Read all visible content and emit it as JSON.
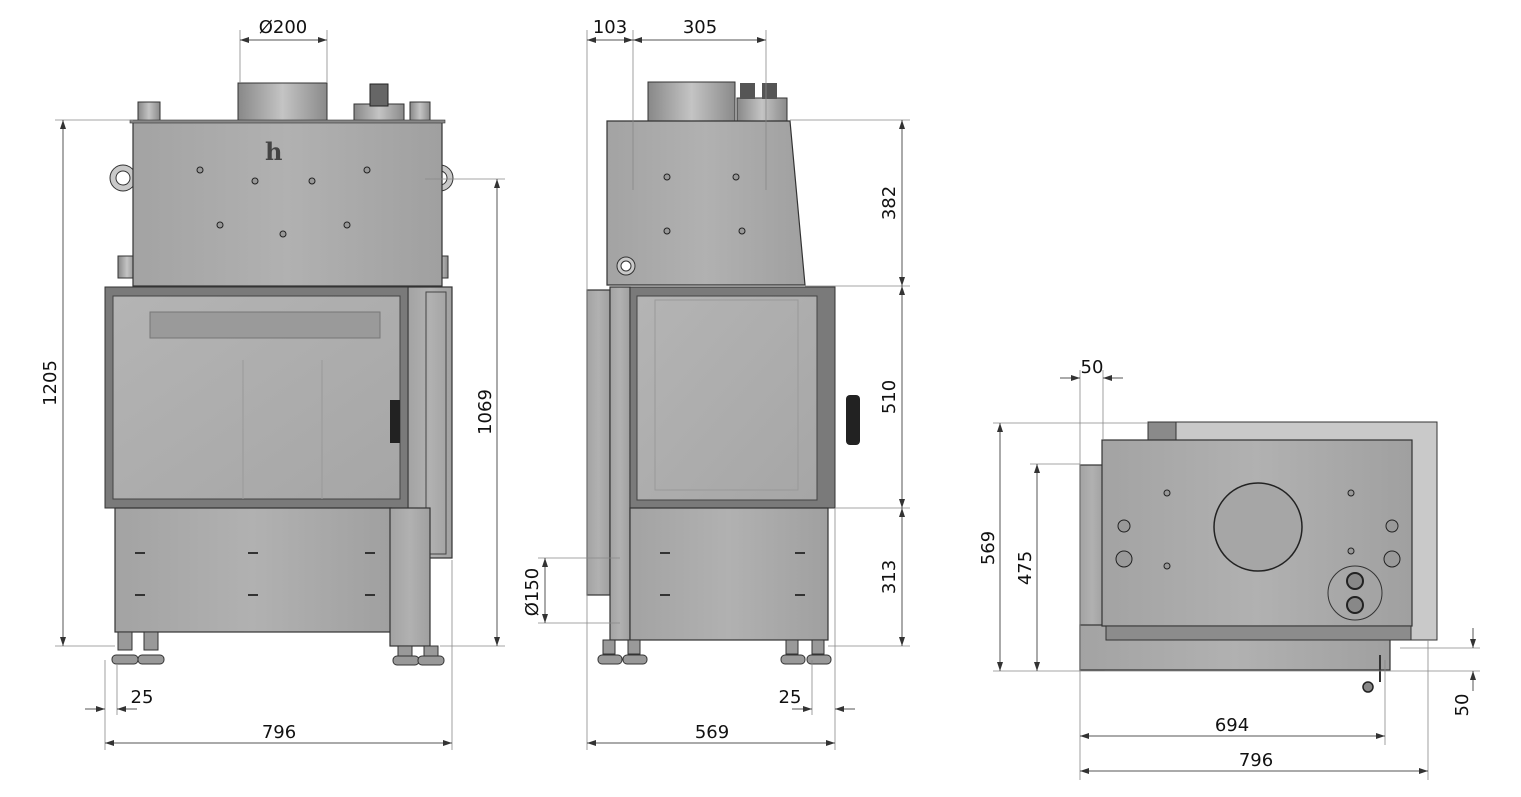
{
  "colors": {
    "body": "#a8a8a8",
    "frame": "#7a7a7a",
    "line": "#555555"
  },
  "views": {
    "front": {
      "logo": "h",
      "dims": {
        "flue_diameter": "Ø200",
        "total_height": "1205",
        "lug_height": "1069",
        "leg_offset": "25",
        "width": "796"
      }
    },
    "side": {
      "dims": {
        "front_offset": "103",
        "flue_spacing": "305",
        "top_height": "382",
        "door_height": "510",
        "base_height": "313",
        "air_inlet_diameter": "Ø150",
        "leg_offset": "25",
        "depth": "569"
      }
    },
    "top": {
      "dims": {
        "side_offset": "50",
        "depth": "569",
        "inner_depth": "475",
        "inner_width": "694",
        "width": "796",
        "front_offset": "50"
      }
    }
  }
}
